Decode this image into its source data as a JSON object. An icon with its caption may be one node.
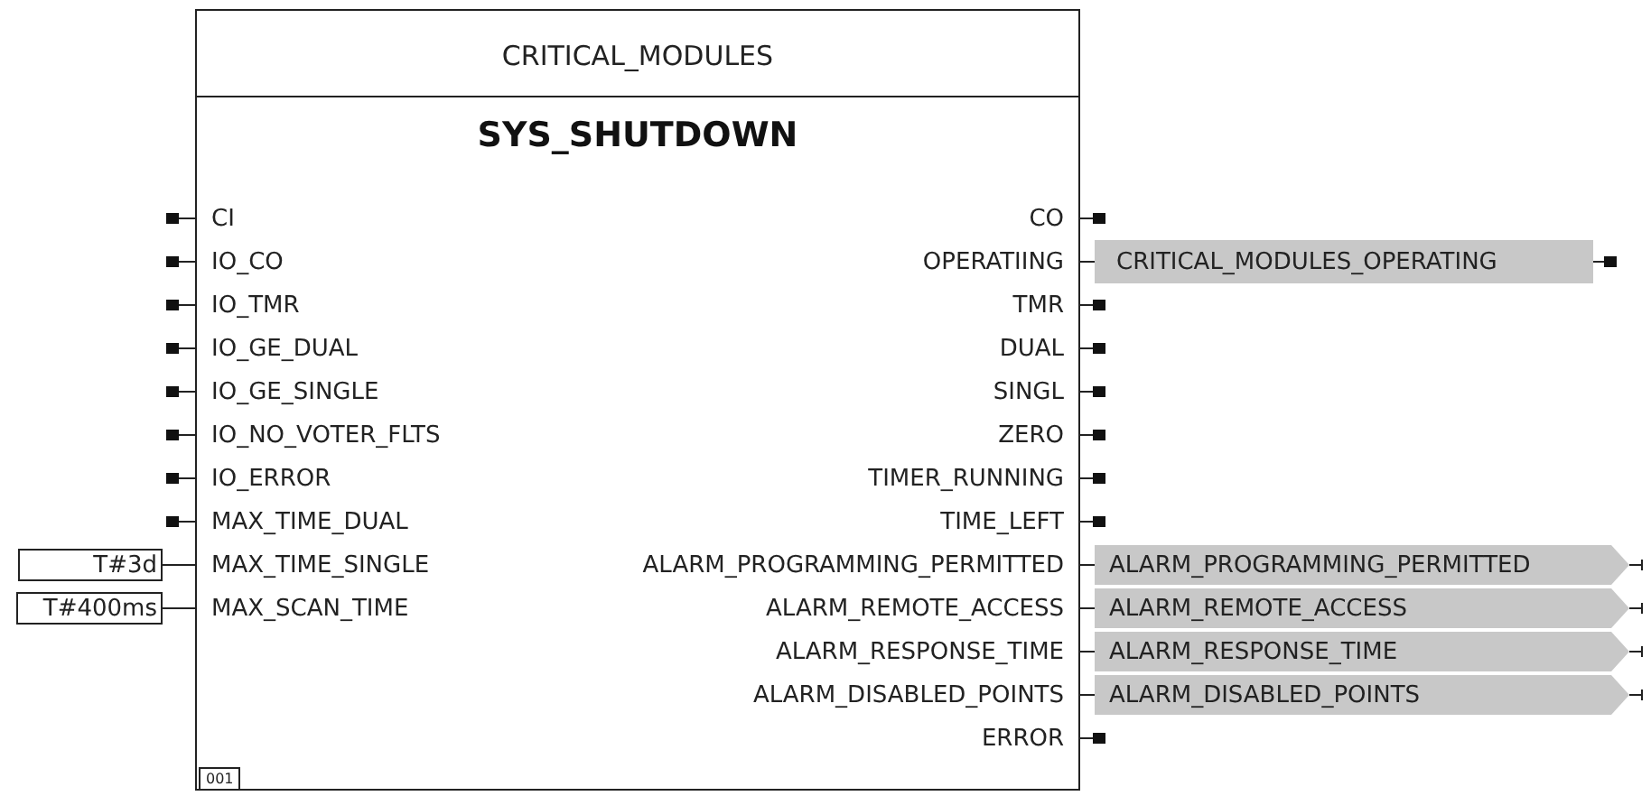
{
  "diagram": {
    "nodes": [
      {
        "text": [
          "CRITICAL_MODULES",
          "SYS_SHUTDOWN",
          "CI",
          "IO_CO",
          "IO_TMR",
          "IO_GE_DUAL",
          "IO_GE_SINGLE",
          "IO_NO_VOTER_FLTS",
          "IO_ERROR",
          "MAX_TIME_DUAL",
          "MAX_TIME_SINGLE",
          "MAX_SCAN_TIME",
          "CO",
          "OPERATIING",
          "TMR",
          "DUAL",
          "SINGL",
          "ZERO",
          "TIMER_RUNNING",
          "TIME_LEFT",
          "ALARM_PROGRAMMING_PERMITTED",
          "ALARM_REMOTE_ACCESS",
          "ALARM_RESPONSE_TIME",
          "ALARM_DISABLED_POINTS",
          "ERROR",
          "001"
        ]
      },
      {
        "text": [
          "CRITICAL_MODULES_OPERATING"
        ]
      },
      {
        "text": [
          "T#3d"
        ]
      },
      {
        "text": [
          "ALARM_PROGRAMMING_PERMITTED"
        ]
      },
      {
        "text": [
          "T#400ms"
        ]
      },
      {
        "text": [
          "ALARM_REMOTE_ACCESS"
        ]
      },
      {
        "text": [
          "ALARM_RESPONSE_TIME"
        ]
      },
      {
        "text": [
          "ALARM_DISABLED_POINTS"
        ]
      }
    ],
    "edges": [
      {
        "from": 0,
        "to": 1,
        "arrow": "none"
      },
      {
        "from": 2,
        "to": 0,
        "arrow": "none"
      },
      {
        "from": 0,
        "to": 3,
        "arrow": "none"
      },
      {
        "from": 4,
        "to": 0,
        "arrow": "none"
      },
      {
        "from": 0,
        "to": 5,
        "arrow": "none"
      },
      {
        "from": 0,
        "to": 6,
        "arrow": "none"
      },
      {
        "from": 0,
        "to": 7,
        "arrow": "none"
      }
    ]
  }
}
